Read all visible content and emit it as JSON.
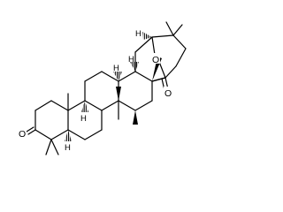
{
  "structure": {
    "atom_labels": {
      "ketone_oxygen": "O",
      "ring_oxygen": "O",
      "lactone_carbonyl_oxygen": "O"
    },
    "stereo_h_labels": {
      "h_top": "H",
      "h_c9": "H",
      "h_c13": "H",
      "h_c5": "H",
      "h_c18": "H"
    },
    "colors": {
      "bond": "#000000",
      "background": "#ffffff"
    }
  }
}
